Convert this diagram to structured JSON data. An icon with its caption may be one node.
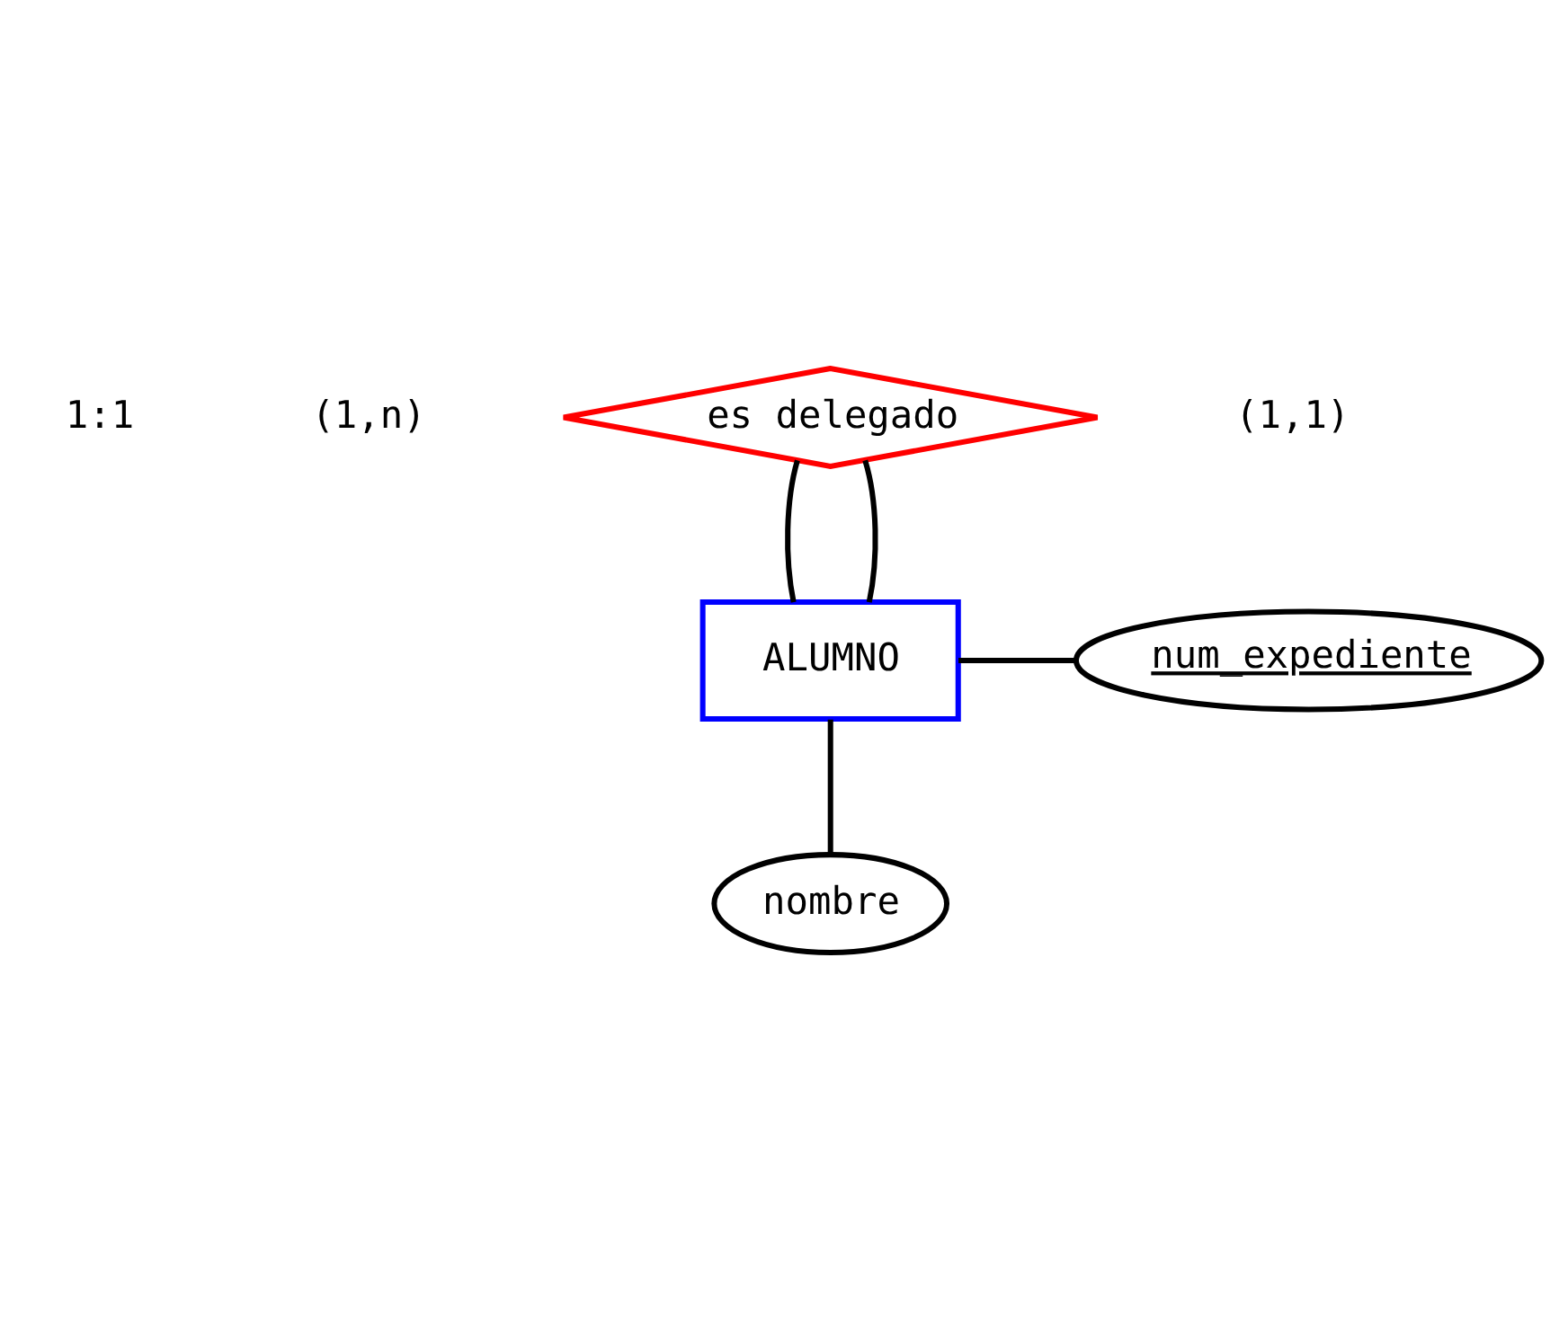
{
  "diagram": {
    "nodes": [
      {
        "text": [
          "es delegado"
        ]
      },
      {
        "text": [
          "ALUMNO"
        ]
      },
      {
        "text": [
          "num_expediente"
        ]
      },
      {
        "text": [
          "nombre"
        ]
      }
    ],
    "edges": [
      {
        "from": 0,
        "to": 1,
        "arrow": "none"
      },
      {
        "from": 0,
        "to": 1,
        "arrow": "none"
      },
      {
        "from": 1,
        "to": 2,
        "arrow": "none"
      },
      {
        "from": 1,
        "to": 3,
        "arrow": "none"
      }
    ],
    "labels": [
      "(1,n)",
      "(1,1)",
      "1:1"
    ]
  }
}
